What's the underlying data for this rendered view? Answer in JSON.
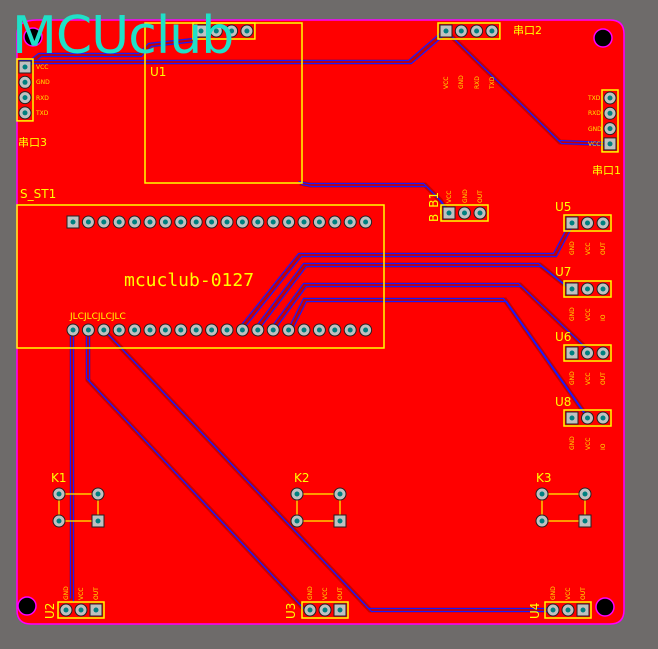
{
  "board": {
    "logo_text": "MCUclub",
    "board_id": "mcuclub-0127",
    "fab_text": "JLCJLCJLCJLC",
    "colors": {
      "background": "#6e6b6a",
      "copper": "#ff0000",
      "trace": "#1a1aff",
      "silk": "#ffff00",
      "outline": "#ff00ff",
      "pad": "#c0c0c0",
      "drill": "#008080",
      "logo": "#20e0c8"
    }
  },
  "components": {
    "U1": {
      "ref": "U1"
    },
    "uart3": {
      "ref": "串口3",
      "pins": [
        "VCC",
        "GND",
        "RXD",
        "TXD"
      ]
    },
    "uart2": {
      "ref": "串口2",
      "pins": [
        "VCC",
        "GND",
        "RXD",
        "TXD"
      ]
    },
    "uart1": {
      "ref": "串口1",
      "pins": [
        "TXD",
        "RXD",
        "GND",
        "VCC"
      ]
    },
    "bb1": {
      "ref": "B_B1",
      "pins": [
        "VCC",
        "GND",
        "OUT"
      ]
    },
    "sst1": {
      "ref": "S_ST1"
    },
    "U5": {
      "ref": "U5",
      "pins": [
        "GND",
        "VCC",
        "OUT"
      ]
    },
    "U7": {
      "ref": "U7",
      "pins": [
        "GND",
        "VCC",
        "IO"
      ]
    },
    "U6": {
      "ref": "U6",
      "pins": [
        "GND",
        "VCC",
        "OUT"
      ]
    },
    "U8": {
      "ref": "U8",
      "pins": [
        "GND",
        "VCC",
        "IO"
      ]
    },
    "K1": {
      "ref": "K1"
    },
    "K2": {
      "ref": "K2"
    },
    "K3": {
      "ref": "K3"
    },
    "U2": {
      "ref": "U2",
      "pins": [
        "GND",
        "VCC",
        "OUT"
      ]
    },
    "U3": {
      "ref": "U3",
      "pins": [
        "GND",
        "VCC",
        "OUT"
      ]
    },
    "U4": {
      "ref": "U4",
      "pins": [
        "GND",
        "VCC",
        "OUT"
      ]
    }
  }
}
